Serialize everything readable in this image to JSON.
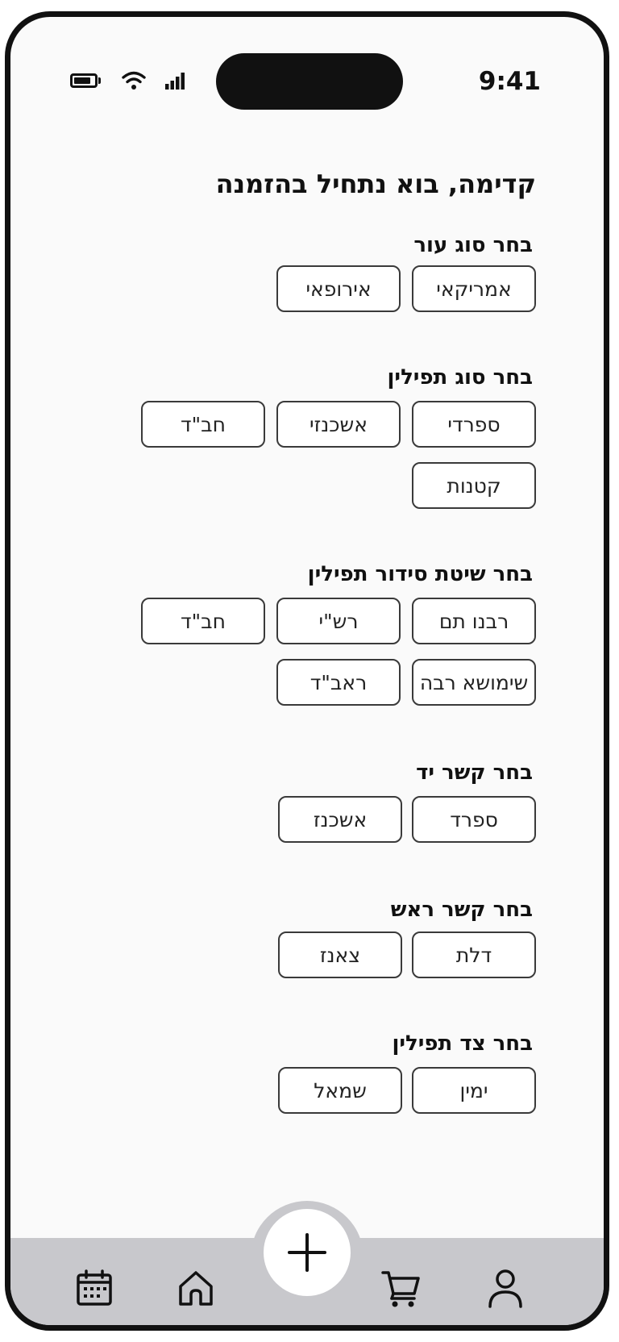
{
  "status_bar": {
    "time": "9:41",
    "icons": [
      "battery-icon",
      "wifi-icon",
      "signal-icon"
    ]
  },
  "page": {
    "title": "קדימה, בוא נתחיל בהזמנה"
  },
  "sections": {
    "leather": {
      "title": "בחר סוג עור",
      "options": [
        "אמריקאי",
        "אירופאי"
      ]
    },
    "tefillin_type": {
      "title": "בחר סוג תפילין",
      "options": [
        "ספרדי",
        "אשכנזי",
        "חב\"ד",
        "קטנות"
      ]
    },
    "order_method": {
      "title": "בחר שיטת סידור תפילין",
      "options": [
        "רבנו תם",
        "רש\"י",
        "חב\"ד",
        "שימושא רבה",
        "ראב\"ד"
      ]
    },
    "hand_knot": {
      "title": "בחר קשר יד",
      "options": [
        "ספרד",
        "אשכנז"
      ]
    },
    "head_knot": {
      "title": "בחר קשר ראש",
      "options": [
        "דלת",
        "צאנז"
      ]
    },
    "side": {
      "title": "בחר צד תפילין",
      "options": [
        "ימין",
        "שמאל"
      ]
    }
  },
  "bottom_nav": {
    "icons": [
      "calendar-icon",
      "home-icon",
      "plus-icon",
      "cart-icon",
      "profile-icon"
    ]
  }
}
